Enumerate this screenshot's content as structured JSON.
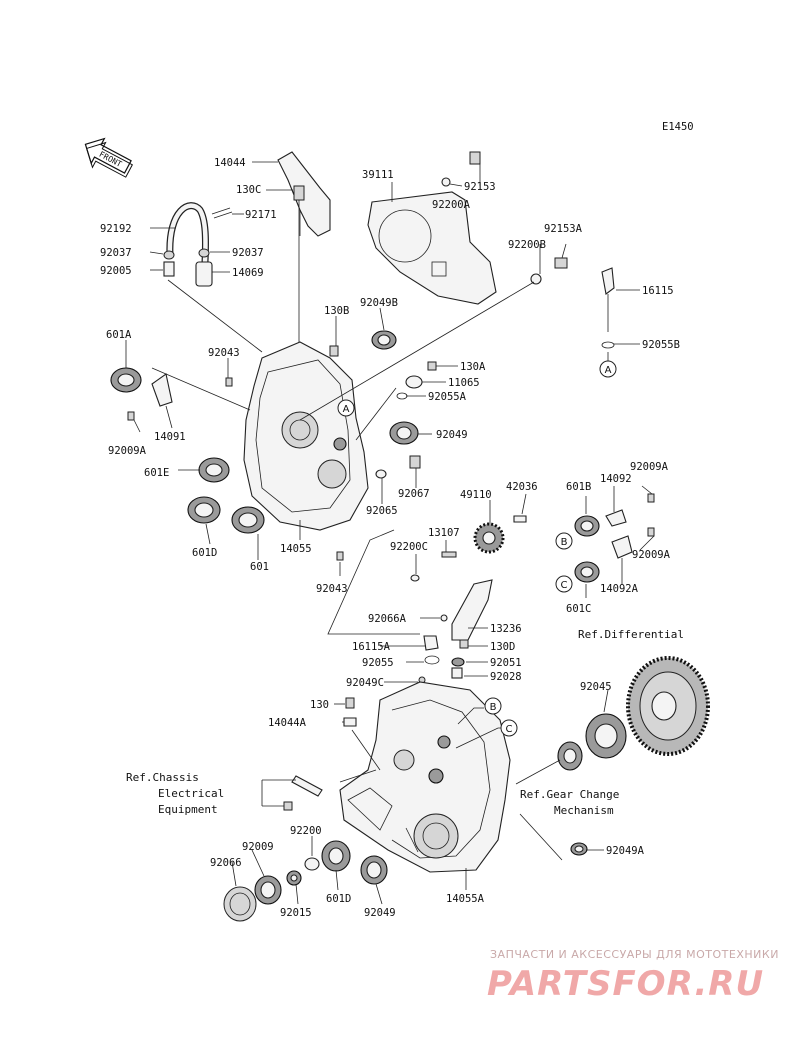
{
  "diagram_code": "E1450",
  "front_arrow": {
    "label": "FRONT"
  },
  "callouts": {
    "a": "A",
    "b": "B",
    "c": "C"
  },
  "refs": {
    "differential": "Ref.Differential",
    "gear_change_line1": "Ref.Gear Change",
    "gear_change_line2": "Mechanism",
    "chassis_line1": "Ref.Chassis",
    "chassis_line2": "Electrical",
    "chassis_line3": "Equipment"
  },
  "labels": {
    "p14044": "14044",
    "p130C": "130C",
    "p92171": "92171",
    "p92192": "92192",
    "p92037a": "92037",
    "p92037b": "92037",
    "p92005": "92005",
    "p14069": "14069",
    "p39111": "39111",
    "p92153": "92153",
    "p92200A": "92200A",
    "p92153A": "92153A",
    "p92200B": "92200B",
    "p16115": "16115",
    "p92055B": "92055B",
    "p130B": "130B",
    "p92049B": "92049B",
    "p601A": "601A",
    "p92043a": "92043",
    "p130A": "130A",
    "p11065": "11065",
    "p92055A": "92055A",
    "p92009A_l": "92009A",
    "p14091": "14091",
    "p92049": "92049",
    "p601E": "601E",
    "p92067": "92067",
    "p92065": "92065",
    "p42036": "42036",
    "p49110": "49110",
    "p601B": "601B",
    "p14092": "14092",
    "p92009A_r1": "92009A",
    "p601D": "601D",
    "p601": "601",
    "p14055": "14055",
    "p13107": "13107",
    "p92200C": "92200C",
    "p92009A_r2": "92009A",
    "p92043b": "92043",
    "p14092A": "14092A",
    "p601C": "601C",
    "p92066A": "92066A",
    "p13236": "13236",
    "p16115A": "16115A",
    "p130D": "130D",
    "p92055": "92055",
    "p92051": "92051",
    "p92049C": "92049C",
    "p92028": "92028",
    "p92045": "92045",
    "p130": "130",
    "p14044A": "14044A",
    "p92049A": "92049A",
    "p92200": "92200",
    "p92009": "92009",
    "p92066": "92066",
    "p92015": "92015",
    "p601D_b": "601D",
    "p92049_b": "92049",
    "p14055A": "14055A"
  },
  "watermark": {
    "tagline": "ЗАПЧАСТИ И АКСЕССУАРЫ ДЛЯ МОТОТЕХНИКИ",
    "brand": "PARTSFOR.RU"
  },
  "colors": {
    "ink": "#111111",
    "watermark": "#f0a8a8"
  }
}
